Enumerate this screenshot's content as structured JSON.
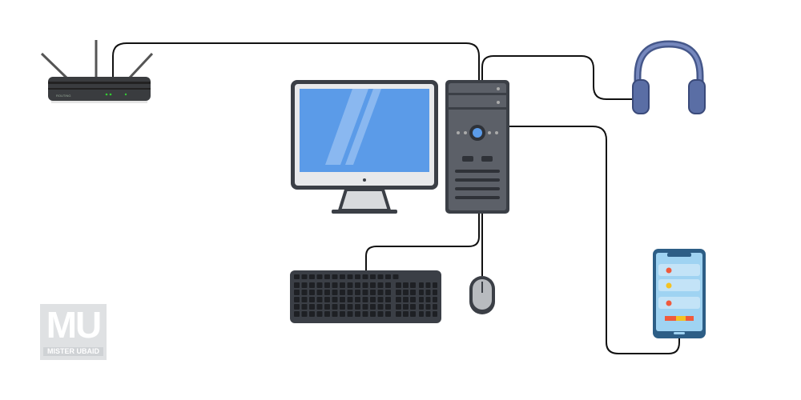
{
  "diagram": {
    "devices": [
      "router",
      "monitor",
      "cpu-tower",
      "headphones",
      "smartphone",
      "keyboard",
      "mouse"
    ],
    "router_label": "ROUTING"
  },
  "logo": {
    "initials": "MU",
    "name": "MISTER UBAID"
  },
  "colors": {
    "cable": "#111111",
    "screen": "#5b9be8",
    "case": "#4f5359",
    "headphones": "#5a6ea5",
    "phone": "#4a90c8"
  }
}
